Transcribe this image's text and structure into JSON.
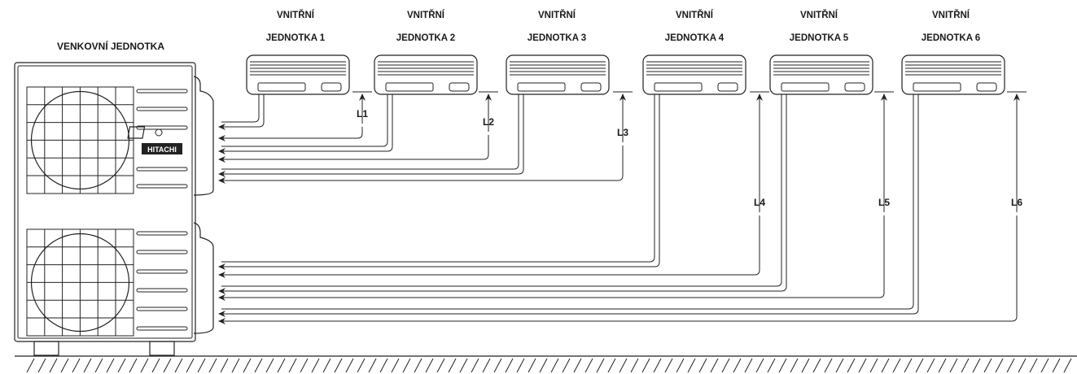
{
  "outdoor_unit": {
    "title": "VENKOVNÍ JEDNOTKA",
    "brand_badge": "HITACHI"
  },
  "indoor_units": [
    {
      "line1": "VNITŘNÍ",
      "line2": "JEDNOTKA 1",
      "pipe_label": "L1"
    },
    {
      "line1": "VNITŘNÍ",
      "line2": "JEDNOTKA 2",
      "pipe_label": "L2"
    },
    {
      "line1": "VNITŘNÍ",
      "line2": "JEDNOTKA 3",
      "pipe_label": "L3"
    },
    {
      "line1": "VNITŘNÍ",
      "line2": "JEDNOTKA 4",
      "pipe_label": "L4"
    },
    {
      "line1": "VNITŘNÍ",
      "line2": "JEDNOTKA 5",
      "pipe_label": "L5"
    },
    {
      "line1": "VNITŘNÍ",
      "line2": "JEDNOTKA 6",
      "pipe_label": "L6"
    }
  ]
}
